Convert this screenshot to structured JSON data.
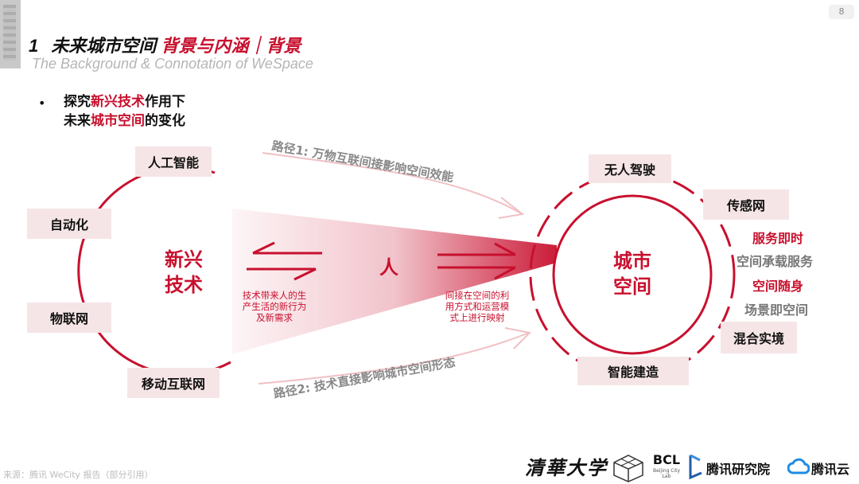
{
  "page": {
    "number": "8"
  },
  "header": {
    "section_number": "1",
    "title_black": "未来城市空间",
    "title_red": "背景与内涵｜背景",
    "subtitle": "The Background & Connotation of WeSpace"
  },
  "bullet": {
    "dot": "•",
    "line1_pre": "探究",
    "line1_red": "新兴技术",
    "line1_post": "作用下",
    "line2_pre": "未来",
    "line2_red": "城市空间",
    "line2_post": "的变化"
  },
  "diagram": {
    "left_center": {
      "line1": "新兴",
      "line2": "技术"
    },
    "left_nodes": [
      "人工智能",
      "自动化",
      "物联网",
      "移动互联网"
    ],
    "middle_label": "人",
    "left_caption": {
      "line1": "技术带来人的生",
      "line2": "产生活的新行为",
      "line3": "及新需求"
    },
    "right_caption": {
      "line1": "间接在空间的利",
      "line2": "用方式和运营模",
      "line3": "式上进行映射"
    },
    "path1": "路径1: 万物互联间接影响空间效能",
    "path2": "路径2: 技术直接影响城市空间形态",
    "right_center": {
      "line1": "城市",
      "line2": "空间"
    },
    "right_nodes": [
      "无人驾驶",
      "传感网",
      "混合实境",
      "智能建造"
    ],
    "right_list": [
      {
        "text": "服务即时",
        "style": "red"
      },
      {
        "text": "空间承载服务",
        "style": "gray"
      },
      {
        "text": "空间随身",
        "style": "red"
      },
      {
        "text": "场景即空间",
        "style": "gray"
      }
    ],
    "colors": {
      "accent": "#c8102e",
      "node_bg": "#f6e5e6",
      "muted": "#888888"
    }
  },
  "footer": {
    "source": "来源：腾讯 WeCity 报告（部分引用）",
    "logo_tsinghua": "清華大学",
    "logo_bcl": "BCL",
    "logo_bcl_sub": "Beijing City Lab",
    "logo_tencent_research": "腾讯研究院",
    "logo_tencent_cloud": "腾讯云"
  }
}
